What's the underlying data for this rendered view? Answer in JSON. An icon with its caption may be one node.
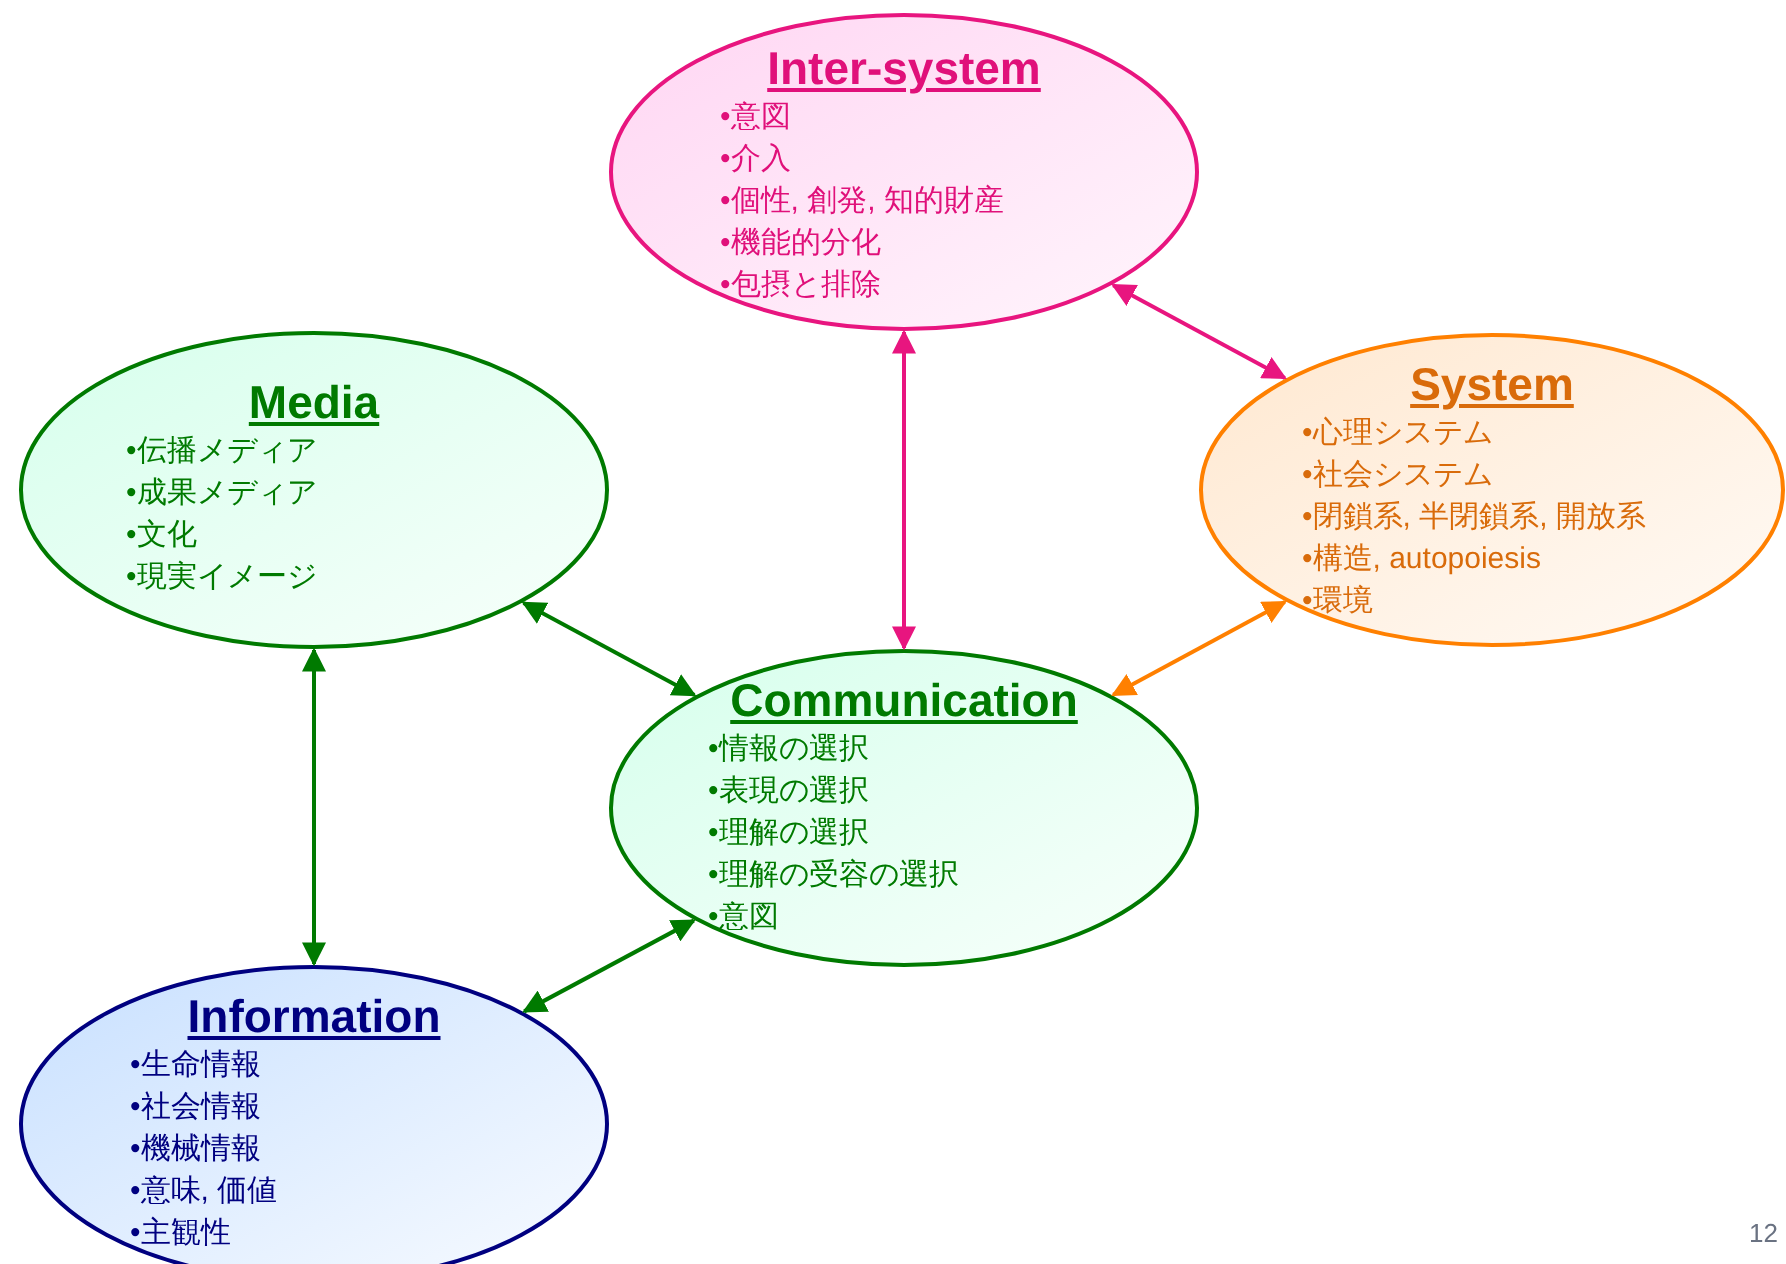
{
  "diagram": {
    "nodes": [
      {
        "text": [
          "Inter-system",
          "•意図",
          "•介入",
          "•個性, 創発, 知的財産",
          "•機能的分化",
          "•包摂と排除"
        ]
      },
      {
        "text": [
          "Media",
          "•伝播メディア",
          "•成果メディア",
          "•文化",
          "•現実イメージ"
        ]
      },
      {
        "text": [
          "System",
          "•心理システム",
          "•社会システム",
          "•閉鎖系, 半閉鎖系, 開放系",
          "•構造, autopoiesis",
          "•環境"
        ]
      },
      {
        "text": [
          "Communication",
          "•情報の選択",
          "•表現の選択",
          "•理解の選択",
          "•理解の受容の選択",
          "•意図"
        ]
      },
      {
        "text": [
          "Information",
          "•生命情報",
          "•社会情報",
          "•機械情報",
          "•意味, 価値",
          "•主観性"
        ]
      }
    ],
    "edges": [
      {
        "from": 0,
        "to": 2,
        "arrow": "both",
        "color": "#e8157f"
      },
      {
        "from": 0,
        "to": 3,
        "arrow": "both",
        "color": "#e8157f"
      },
      {
        "from": 1,
        "to": 3,
        "arrow": "both"
      },
      {
        "from": 2,
        "to": 3,
        "arrow": "both",
        "color": "#ff8000"
      },
      {
        "from": 1,
        "to": 4,
        "arrow": "both"
      },
      {
        "from": 3,
        "to": 4,
        "arrow": "both"
      }
    ],
    "labels": [
      "12"
    ]
  }
}
